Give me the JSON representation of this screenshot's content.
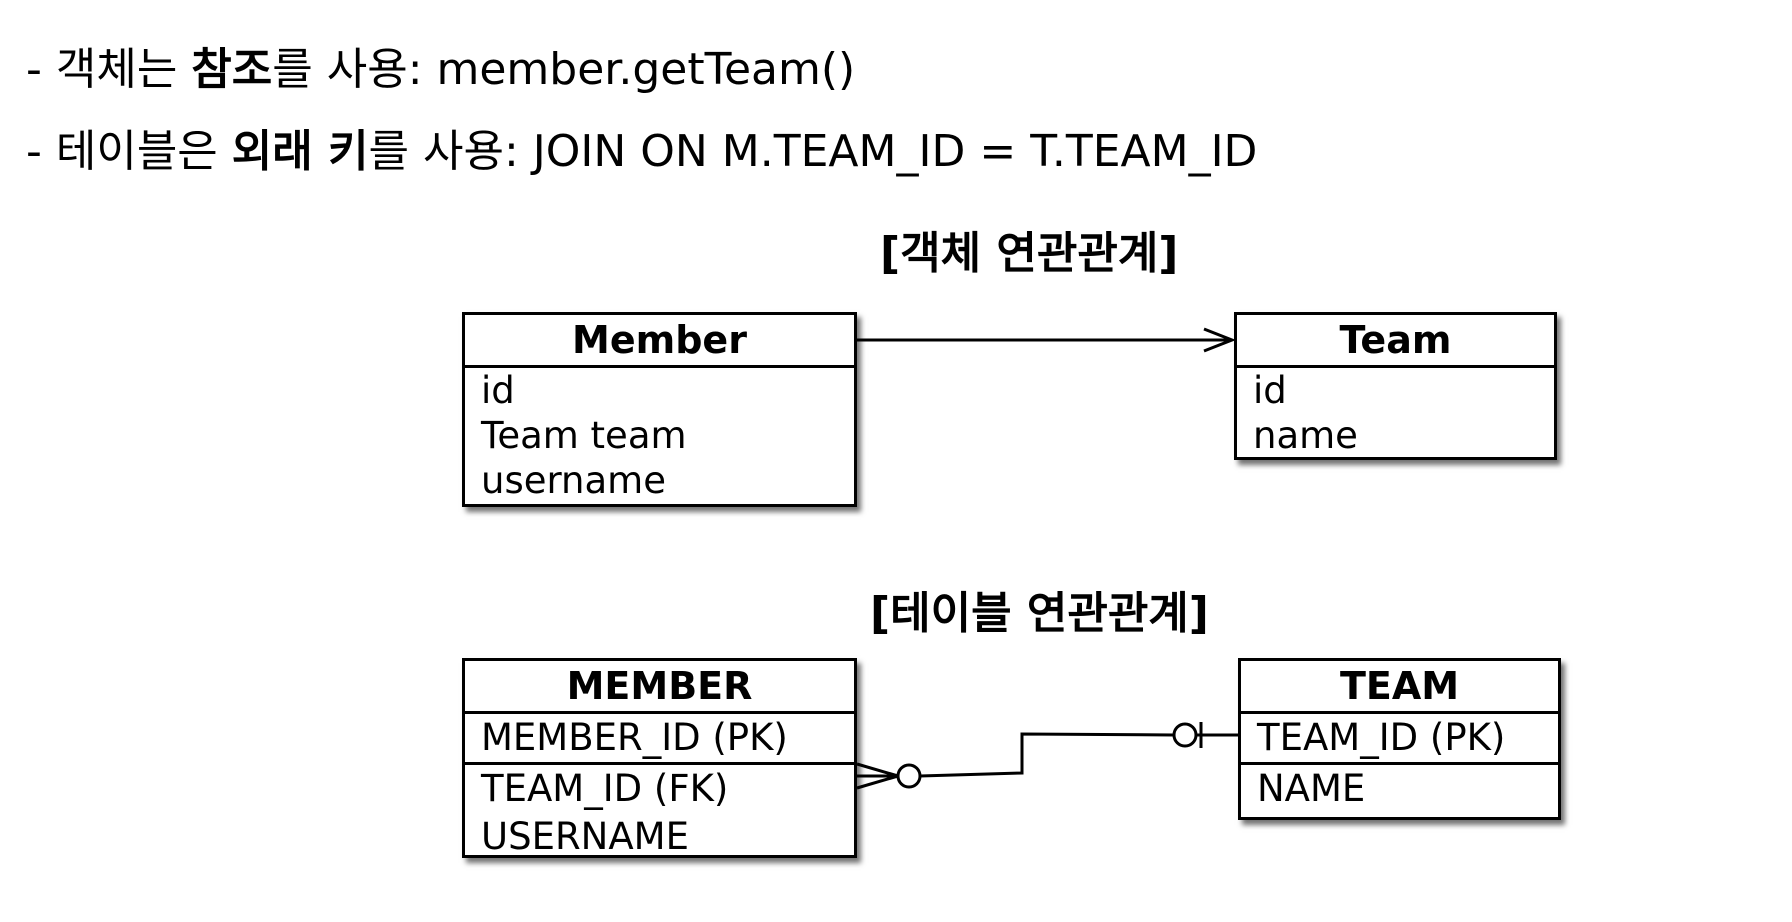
{
  "bullets": [
    {
      "prefix": "- 객체는 ",
      "bold": "참조",
      "suffix": "를 사용: member.getTeam()"
    },
    {
      "prefix": "- 테이블은 ",
      "bold": "외래 키",
      "suffix": "를 사용: JOIN ON M.TEAM_ID = T.TEAM_ID"
    }
  ],
  "object_section": {
    "title": "[객체 연관관계]",
    "member": {
      "name": "Member",
      "attributes": [
        "id",
        "Team team",
        "username"
      ]
    },
    "team": {
      "name": "Team",
      "attributes": [
        "id",
        "name"
      ]
    }
  },
  "table_section": {
    "title": "[테이블 연관관계]",
    "member": {
      "name": "MEMBER",
      "pk": "MEMBER_ID (PK)",
      "attributes": [
        "TEAM_ID (FK)",
        "USERNAME"
      ]
    },
    "team": {
      "name": "TEAM",
      "pk": "TEAM_ID (PK)",
      "attributes": [
        "NAME"
      ]
    }
  }
}
